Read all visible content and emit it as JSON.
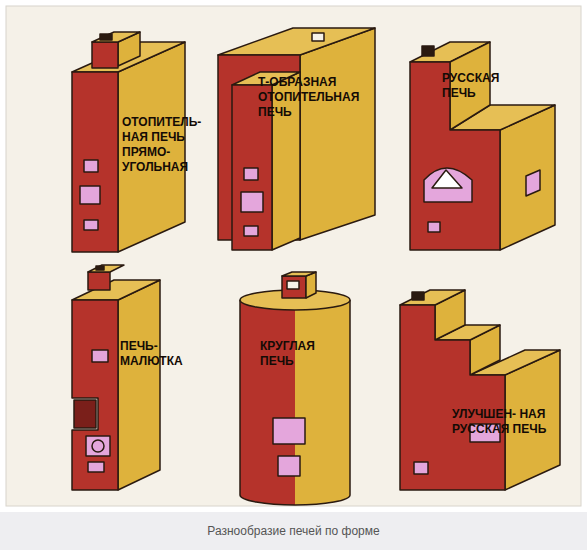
{
  "diagram": {
    "caption": "Разнообразие печей по форме",
    "nodes": [
      {
        "text": [
          "ОТОПИТЕЛЬ- НАЯ ПЕЧЬ ПРЯМО- УГОЛЬНАЯ"
        ]
      },
      {
        "text": [
          "Т-ОБРАЗНАЯ ОТОПИТЕЛЬНАЯ ПЕЧЬ"
        ]
      },
      {
        "text": [
          "РУССКАЯ ПЕЧЬ"
        ]
      },
      {
        "text": [
          "ПЕЧЬ- МАЛЮТКА"
        ]
      },
      {
        "text": [
          "КРУГЛАЯ ПЕЧЬ"
        ]
      },
      {
        "text": [
          "УЛУЧШЕН- НАЯ РУССКАЯ ПЕЧЬ"
        ]
      }
    ]
  }
}
